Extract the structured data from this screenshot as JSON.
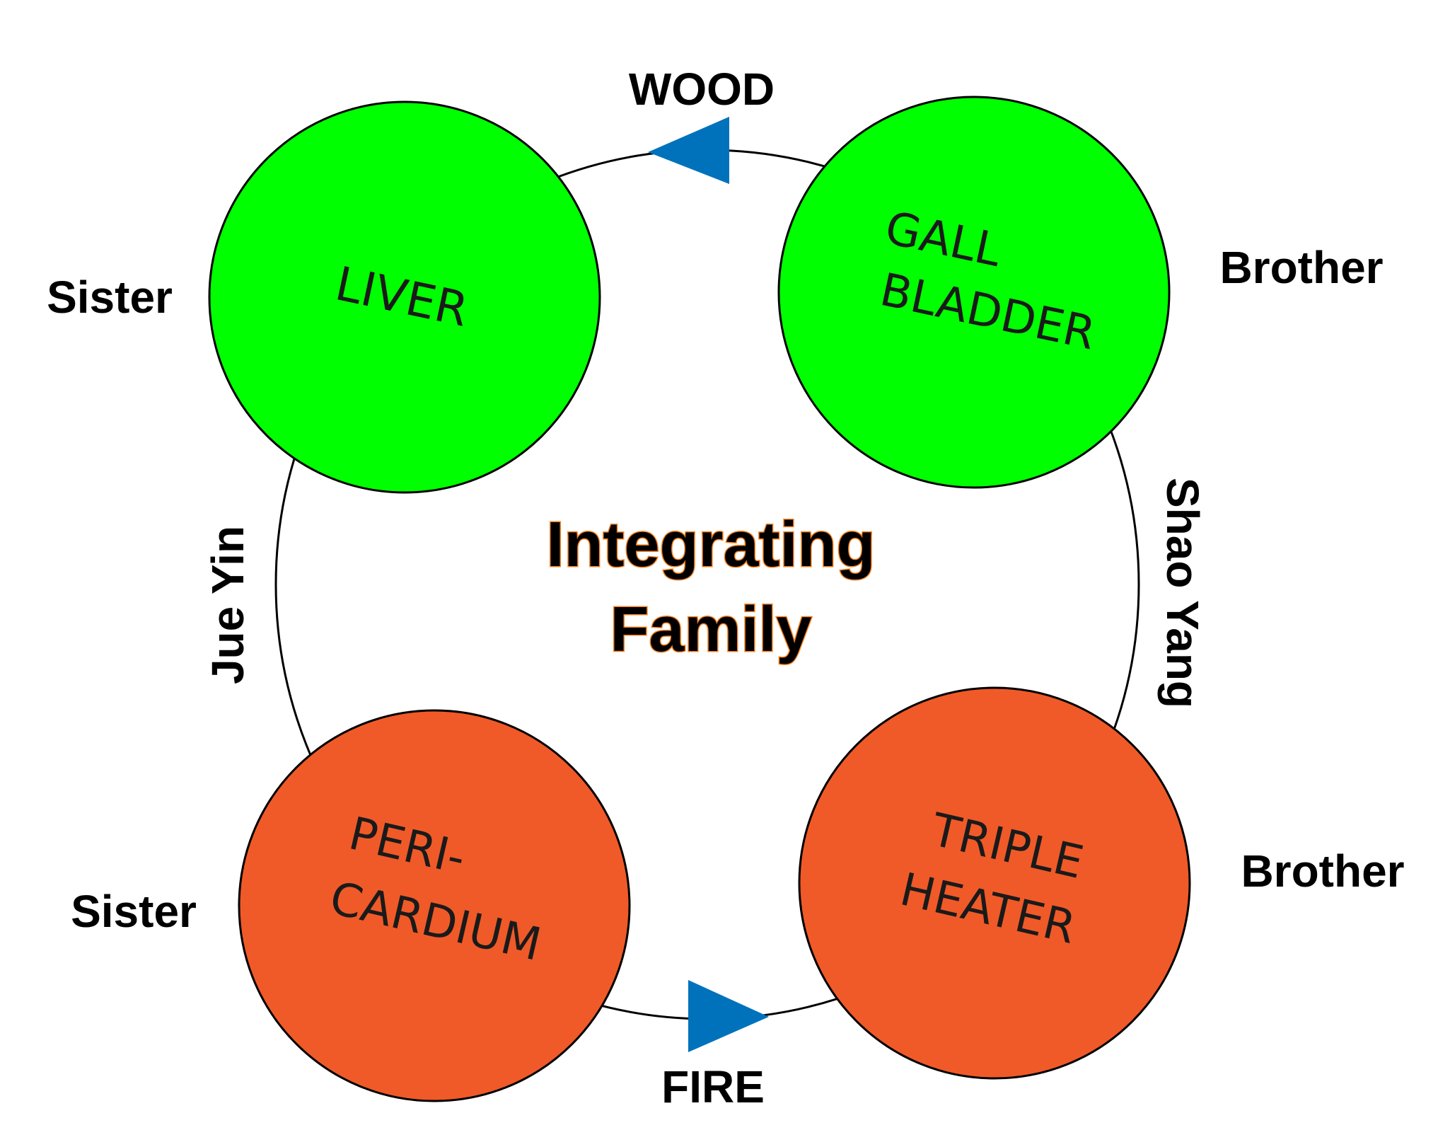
{
  "colors": {
    "wood": "#00ff00",
    "fire": "#f05a28",
    "arrow": "#0072bc",
    "title_stroke": "#f58220",
    "outline": "#000000"
  },
  "element_labels": {
    "wood": "WOOD",
    "fire": "FIRE"
  },
  "title": {
    "line1": "Integrating",
    "line2": "Family"
  },
  "channels": {
    "left": "Jue Yin",
    "right": "Shao Yang"
  },
  "organs": {
    "liver": {
      "line1": "LIVER",
      "role": "Sister"
    },
    "gall_bladder": {
      "line1": "GALL",
      "line2": "BLADDER",
      "role": "Brother"
    },
    "pericardium": {
      "line1": "PERI-",
      "line2": "CARDIUM",
      "role": "Sister"
    },
    "triple_heater": {
      "line1": "TRIPLE",
      "line2": "HEATER",
      "role": "Brother"
    }
  }
}
